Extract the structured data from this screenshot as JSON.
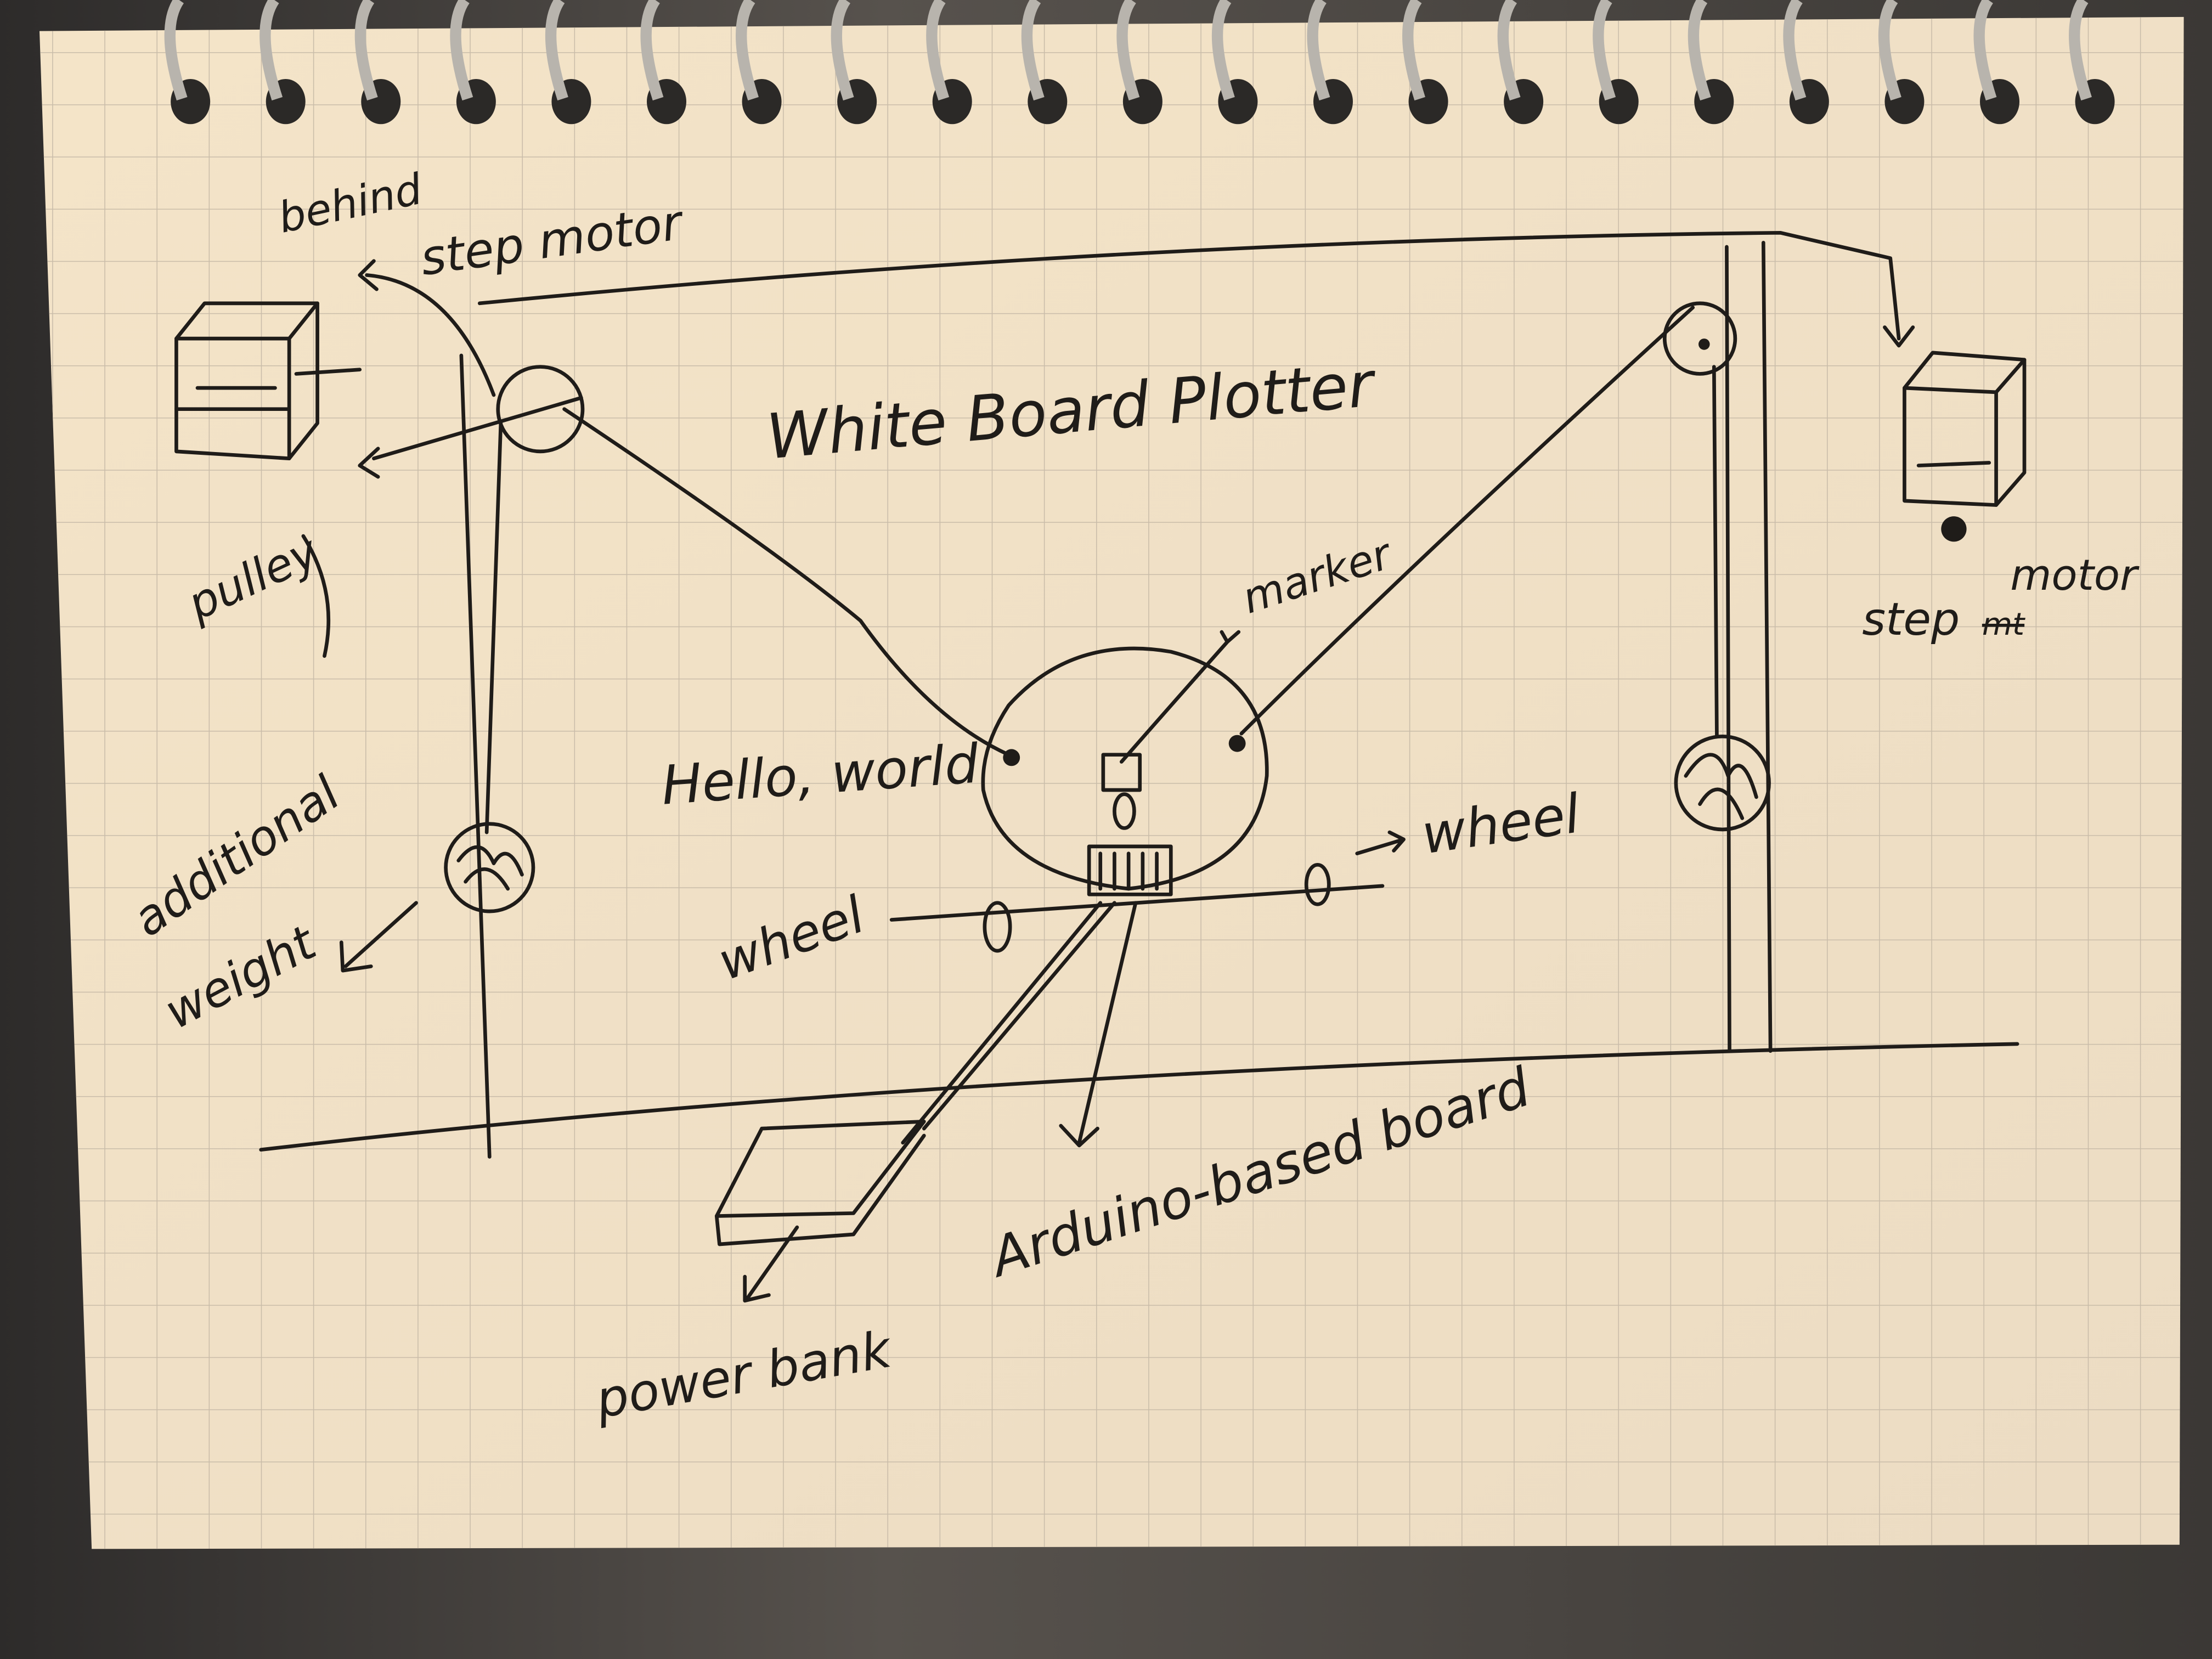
{
  "title": "White Board Plotter",
  "labels": {
    "behind": "behind",
    "step_motor_left": "step motor",
    "pulley": "pulley",
    "marker": "marker",
    "step_motor_right_step": "step",
    "step_motor_right_struck": "mt",
    "step_motor_right_motor": "motor",
    "hello_world": "Hello, world",
    "wheel_right": "wheel",
    "wheel_left": "wheel",
    "additional_weight_1": "additional",
    "additional_weight_2": "weight",
    "arduino_board": "Arduino-based board",
    "power_bank": "power bank"
  },
  "colors": {
    "paper": "#f1dfc3",
    "grid": "#c9bca9",
    "ink": "#1f1c19"
  }
}
